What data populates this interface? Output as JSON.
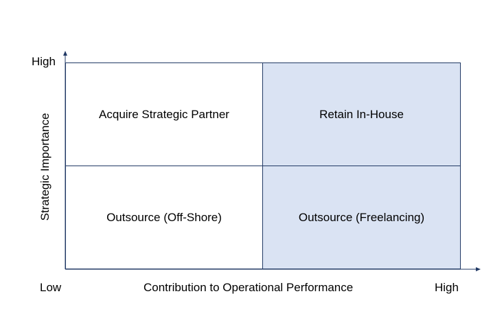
{
  "quadrants": {
    "top_left": "Acquire Strategic Partner",
    "top_right": "Retain In-House",
    "bottom_left": "Outsource (Off-Shore)",
    "bottom_right": "Outsource (Freelancing)"
  },
  "axes": {
    "y_title": "Strategic Importance",
    "y_high": "High",
    "x_title": "Contribution to Operational Performance",
    "x_low": "Low",
    "x_high": "High"
  },
  "colors": {
    "highlight_fill": "#dae3f3",
    "line": "#203864"
  }
}
